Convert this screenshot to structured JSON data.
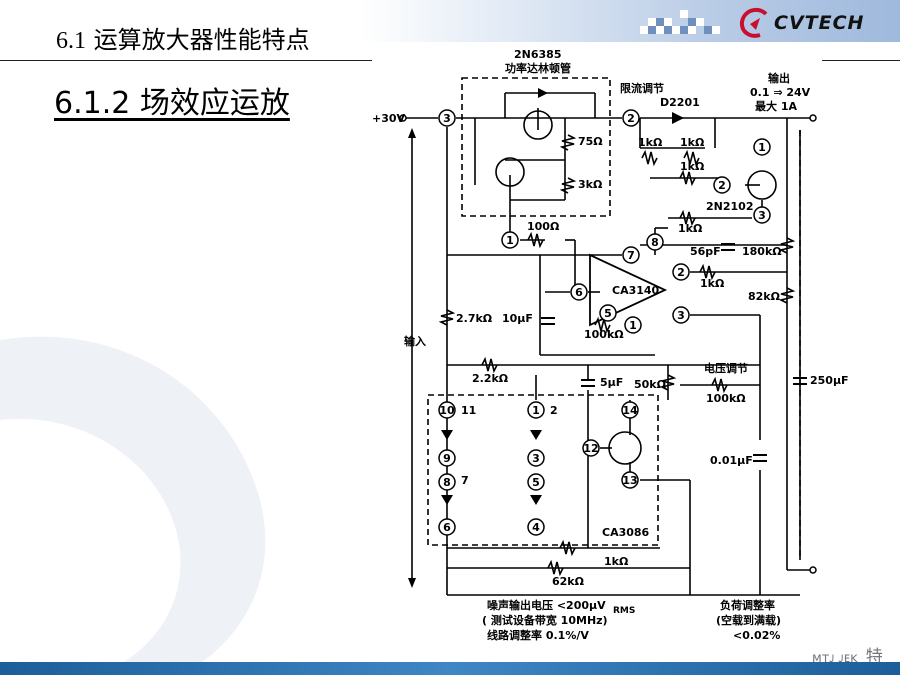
{
  "header": {
    "section_number": "6.1",
    "section_title": "运算放大器性能特点",
    "logo_text": "CVTECH"
  },
  "slide": {
    "subtitle": "6.1.2 场效应运放"
  },
  "diagram": {
    "top_part": "2N6385",
    "top_part_cn": "功率达林顿管",
    "current_limit": "限流调节",
    "diode": "D2201",
    "output_label": "输出",
    "output_range": "0.1 ⇒ 24V",
    "output_max": "最大 1A",
    "supply": "+30V",
    "input_label": "输入",
    "opamp": "CA3140",
    "ic_array": "CA3086",
    "transistor": "2N2102",
    "voltage_adjust": "电压调节",
    "r_75": "75Ω",
    "r_3k": "3kΩ",
    "r_100": "100Ω",
    "r_1k_a": "1kΩ",
    "r_1k_b": "1kΩ",
    "r_1k_c": "1kΩ",
    "r_1k_d": "1kΩ",
    "r_1k_e": "1kΩ",
    "r_1k_f": "1kΩ",
    "c_56p": "56pF",
    "r_180k": "180kΩ",
    "r_82k": "82kΩ",
    "r_2k7": "2.7kΩ",
    "c_10u": "10μF",
    "r_100k_a": "100kΩ",
    "r_2k2": "2.2kΩ",
    "c_5u": "5μF",
    "r_50k": "50kΩ",
    "r_100k_b": "100kΩ",
    "c_250u": "250μF",
    "c_001u": "0.01μF",
    "r_62k": "62kΩ",
    "pins": [
      "3",
      "2",
      "1",
      "2",
      "3",
      "1",
      "7",
      "8",
      "2",
      "6",
      "5",
      "1",
      "3",
      "10",
      "11",
      "1",
      "2",
      "14",
      "9",
      "12",
      "8",
      "7",
      "3",
      "13",
      "5",
      "6",
      "4"
    ],
    "noise_line1": "噪声输出电压 <200μV",
    "noise_rms": "RMS",
    "noise_line2": "( 测试设备带宽      10MHz)",
    "line_reg": "线路调整率  0.1%/V",
    "load_reg": "负荷调整率",
    "load_reg_sub": "(空载到满载)",
    "load_reg_val": "<0.02%"
  },
  "footer": {
    "glyphs": "ᴍᴛᴊ  ᴊᴇᴋ",
    "big_glyph": "特"
  },
  "colors": {
    "band": "#9fb9dd",
    "footer": "#1b5e9a",
    "wire": "#000000"
  }
}
